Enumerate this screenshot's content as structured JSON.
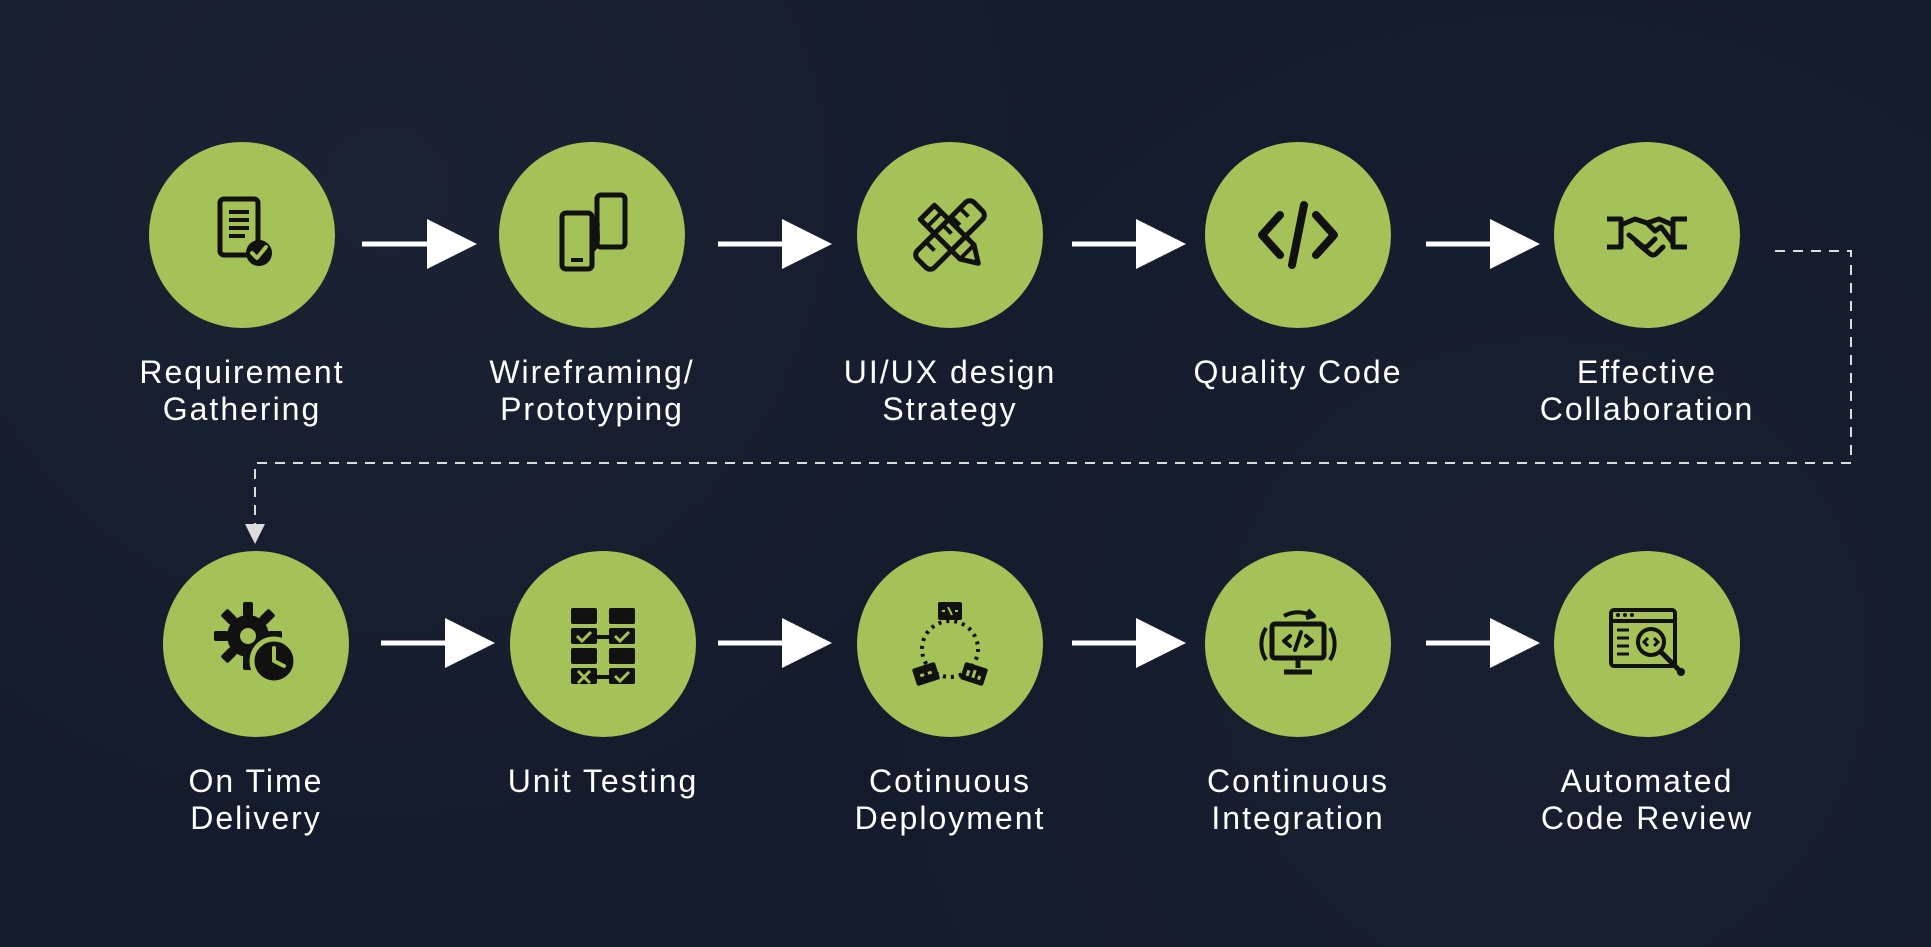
{
  "steps": [
    {
      "icon": "document-check-icon",
      "label": [
        "Requirement",
        "Gathering"
      ]
    },
    {
      "icon": "devices-prototype-icon",
      "label": [
        "Wireframing/",
        "Prototyping"
      ]
    },
    {
      "icon": "pencil-ruler-icon",
      "label": [
        "UI/UX design",
        "Strategy"
      ]
    },
    {
      "icon": "code-brackets-icon",
      "label": [
        "Quality Code"
      ]
    },
    {
      "icon": "handshake-icon",
      "label": [
        "Effective",
        "Collaboration"
      ]
    },
    {
      "icon": "gear-clock-icon",
      "label": [
        "On Time",
        "Delivery"
      ]
    },
    {
      "icon": "checklist-grid-icon",
      "label": [
        "Unit Testing"
      ]
    },
    {
      "icon": "deployment-cycle-icon",
      "label": [
        "Cotinuous",
        "Deployment"
      ]
    },
    {
      "icon": "monitor-code-cycle-icon",
      "label": [
        "Continuous",
        "Integration"
      ]
    },
    {
      "icon": "browser-code-search-icon",
      "label": [
        "Automated",
        "Code Review"
      ]
    }
  ],
  "colors": {
    "background": "#141b2c",
    "circle": "#a4c257",
    "text": "#ffffff",
    "icon": "#111111",
    "arrow": "#ffffff"
  }
}
